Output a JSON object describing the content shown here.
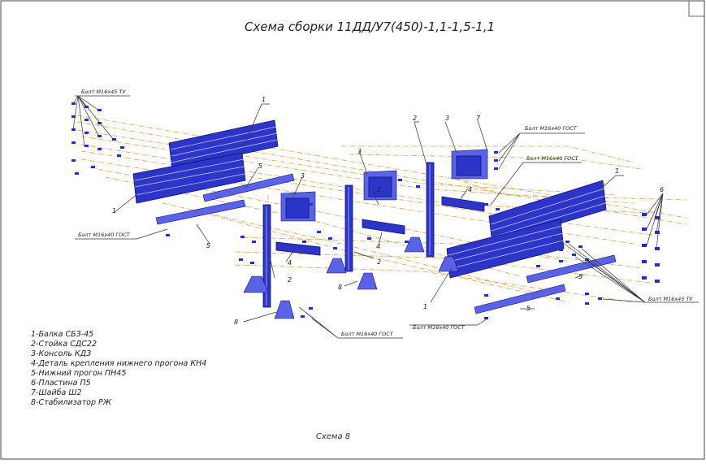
{
  "title": "Схема сборки 11ДД/У7(450)-1,1-1,5-1,1",
  "caption": "Схема 8",
  "legend": [
    "1-Балка СБЗ-45",
    "2-Стойка СДС22",
    "3-Консоль КДЗ",
    "4-Деталь крепления нижнего прогона КН4",
    "5-Нижний прогон ПН45",
    "6-Пластина П5",
    "7-Шайба Ш2",
    "8-Стабилизатор РЖ"
  ],
  "callouts": {
    "bolt_m16x45_tu": "Болт М16х45 ТУ",
    "bolt_m16x40_gost": "Болт М16х40 ГОСТ"
  },
  "part_numbers": {
    "beam": "1",
    "post": "2",
    "console": "3",
    "lower_rail_bracket": "4",
    "lower_rail": "5",
    "plate": "6",
    "washer": "7",
    "stabilizer": "8"
  },
  "colors": {
    "parts": "#2d35c8",
    "axis_lines": "#e0a04a",
    "linework": "#333333"
  }
}
